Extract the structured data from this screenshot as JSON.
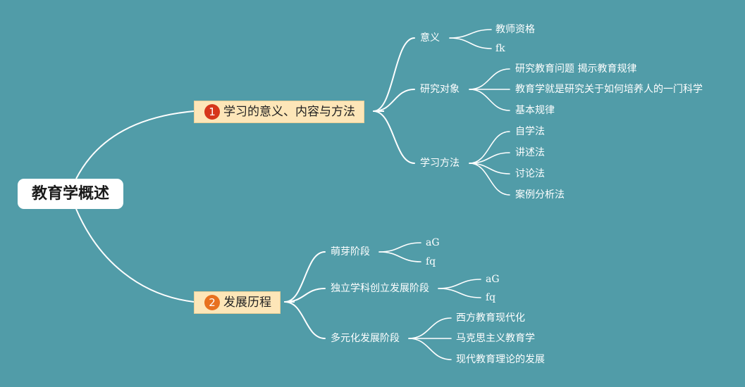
{
  "root": {
    "label": "教育学概述"
  },
  "branches": [
    {
      "number": "1",
      "number_color": "#d6361b",
      "label": "学习的意义、内容与方法",
      "children": [
        {
          "label": "意义",
          "children": [
            "教师资格",
            "fk"
          ]
        },
        {
          "label": "研究对象",
          "children": [
            "研究教育问题 揭示教育规律",
            "教育学就是研究关于如何培养人的一门科学",
            "基本规律"
          ]
        },
        {
          "label": "学习方法",
          "children": [
            "自学法",
            "讲述法",
            "讨论法",
            "案例分析法"
          ]
        }
      ]
    },
    {
      "number": "2",
      "number_color": "#e8711f",
      "label": "发展历程",
      "children": [
        {
          "label": "萌芽阶段",
          "children": [
            "aG",
            "fq"
          ]
        },
        {
          "label": "独立学科创立发展阶段",
          "children": [
            "aG",
            "fq"
          ]
        },
        {
          "label": "多元化发展阶段",
          "children": [
            "西方教育现代化",
            "马克思主义教育学",
            "现代教育理论的发展"
          ]
        }
      ]
    }
  ],
  "colors": {
    "background": "#519ca8",
    "line": "#ffffff",
    "main_node_fill": "#fde6b8"
  }
}
